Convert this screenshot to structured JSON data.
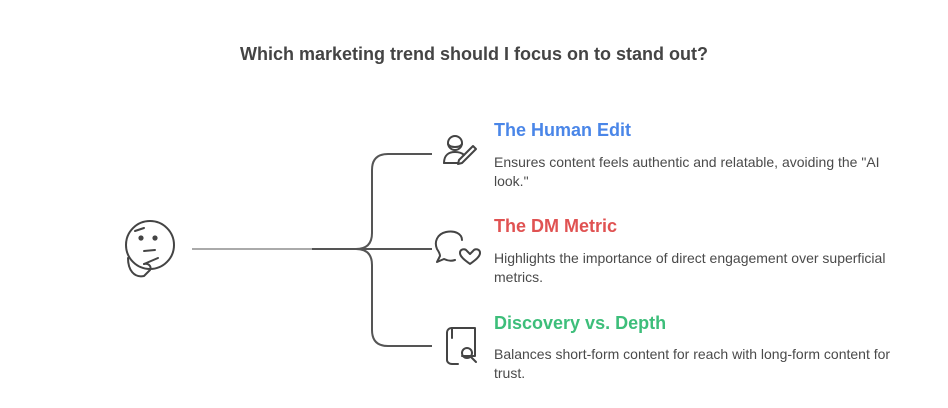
{
  "title": "Which marketing trend should I focus on to stand out?",
  "root": {
    "icon": "thinking-face-icon"
  },
  "options": [
    {
      "title": "The Human Edit",
      "description": "Ensures content feels authentic and relatable, avoiding the \"AI look.\"",
      "color": "#4A86E8",
      "icon": "person-edit-icon"
    },
    {
      "title": "The DM Metric",
      "description": "Highlights the importance of direct engagement over superficial metrics.",
      "color": "#E05252",
      "icon": "chat-heart-icon"
    },
    {
      "title": "Discovery vs. Depth",
      "description": "Balances short-form content for reach with long-form content for trust.",
      "color": "#3DBE7A",
      "icon": "book-search-icon"
    }
  ],
  "colors": {
    "line": "#555555",
    "stem": "#aaaaaa",
    "icon": "#444444"
  }
}
